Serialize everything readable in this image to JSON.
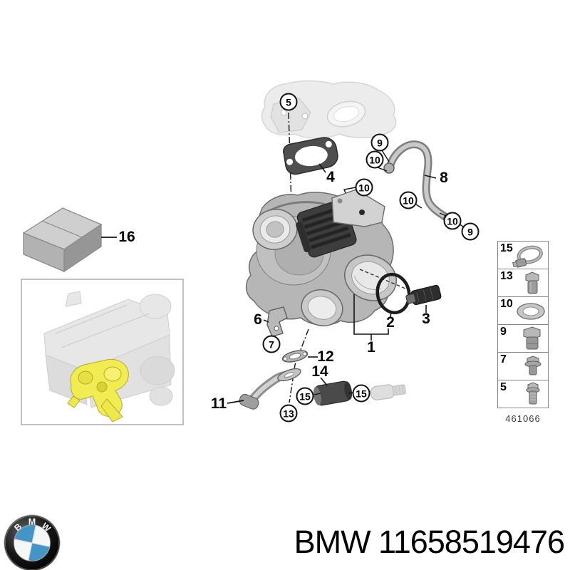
{
  "diagram": {
    "callouts": [
      {
        "num": "5"
      },
      {
        "num": "9"
      },
      {
        "num": "10"
      },
      {
        "num": "10"
      },
      {
        "num": "10"
      },
      {
        "num": "10"
      },
      {
        "num": "9"
      },
      {
        "num": "7"
      },
      {
        "num": "13"
      },
      {
        "num": "15"
      },
      {
        "num": "15"
      }
    ],
    "labels": [
      {
        "num": "4"
      },
      {
        "num": "8"
      },
      {
        "num": "16"
      },
      {
        "num": "6"
      },
      {
        "num": "2"
      },
      {
        "num": "3"
      },
      {
        "num": "1"
      },
      {
        "num": "12"
      },
      {
        "num": "11"
      },
      {
        "num": "14"
      }
    ],
    "legend": {
      "rows": [
        {
          "num": "15",
          "icon": "hose-clamp-icon"
        },
        {
          "num": "13",
          "icon": "banjo-bolt-icon"
        },
        {
          "num": "10",
          "icon": "sealing-washer-icon"
        },
        {
          "num": "9",
          "icon": "banjo-bolt-icon"
        },
        {
          "num": "7",
          "icon": "flange-bolt-icon"
        },
        {
          "num": "5",
          "icon": "hex-bolt-icon"
        }
      ],
      "code": "461066"
    },
    "colors": {
      "highlight_yellow": "#f1ec52",
      "part_gray": "#b9b9b9",
      "ghost_gray": "#e6e6e6",
      "line_black": "#141414"
    }
  },
  "footer": {
    "text": "BMW 11658519476",
    "brand": "BMW",
    "part_number": "11658519476",
    "logo_letters": [
      "B",
      "M",
      "W"
    ],
    "logo_blue": "#4295c5"
  }
}
